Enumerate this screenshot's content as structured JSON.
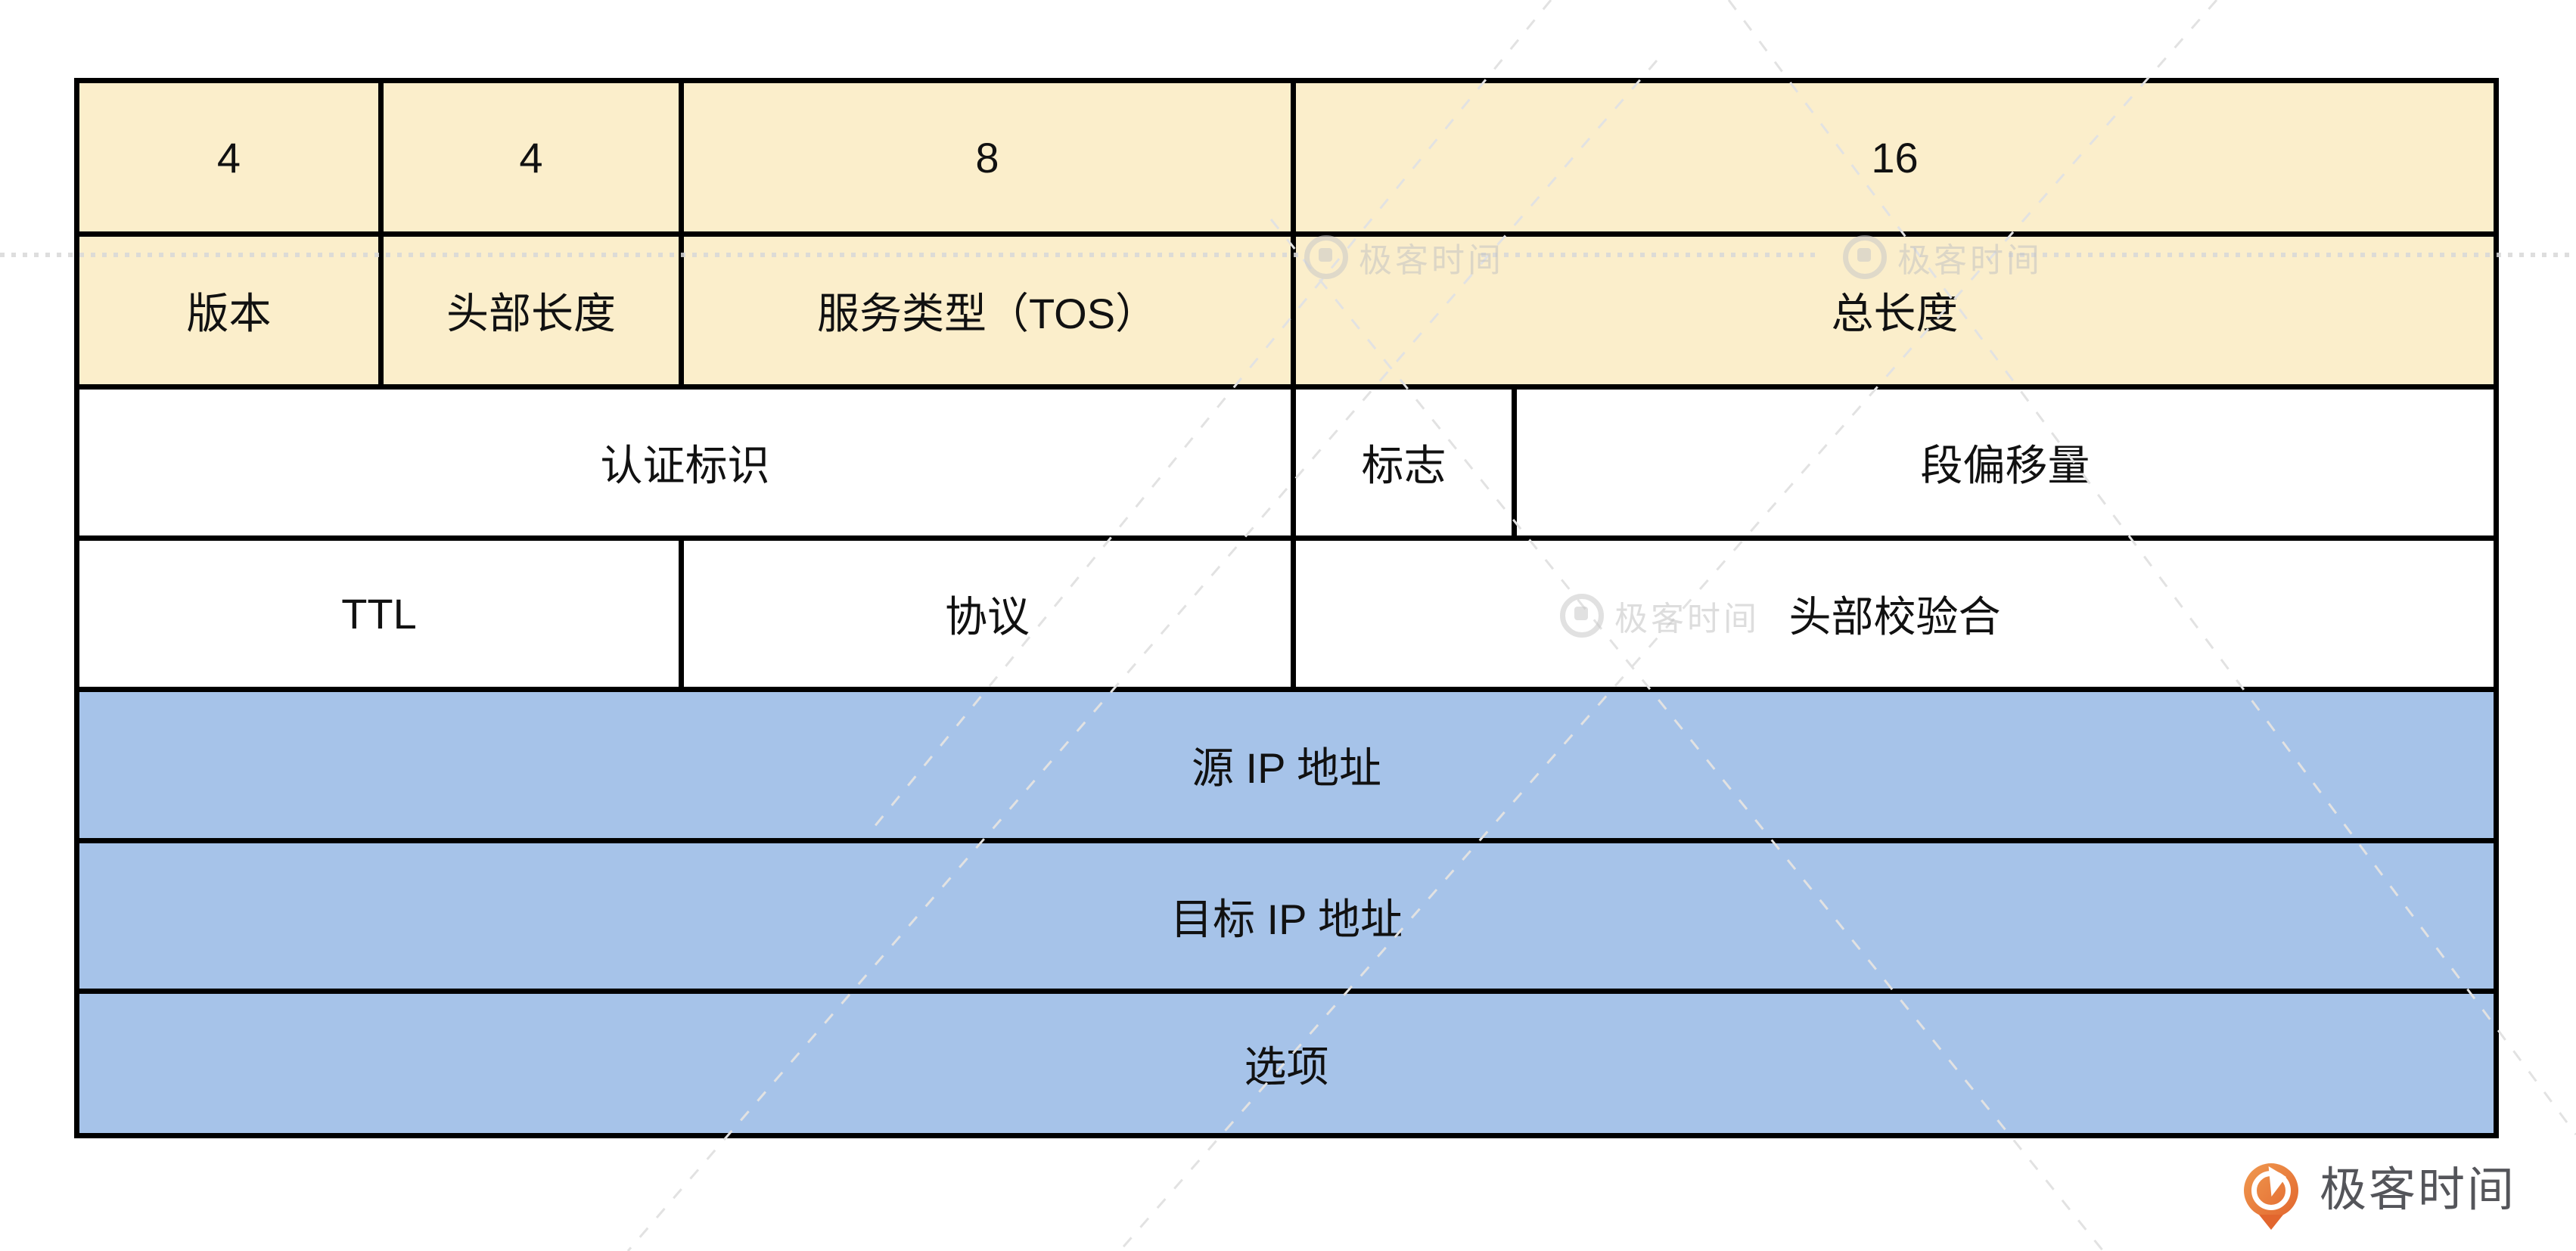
{
  "colors": {
    "bit_row_fill": "#FBEECB",
    "middle_row_fill": "#FFFFFF",
    "address_row_fill": "#A6C3E9",
    "grid_border": "#000000",
    "watermark_gray": "#C9C9C9",
    "dotted_line_gray": "#D8D8D8",
    "logo_orange": "#E2662E",
    "logo_text_gray": "#54555A"
  },
  "bit_widths": [
    "4",
    "4",
    "8",
    "16"
  ],
  "fields": {
    "version": "版本",
    "header_length": "头部长度",
    "tos": "服务类型（TOS）",
    "total_length": "总长度",
    "identification": "认证标识",
    "flags": "标志",
    "fragment_offset": "段偏移量",
    "ttl": "TTL",
    "protocol": "协议",
    "header_checksum": "头部校验合",
    "source_ip": "源 IP 地址",
    "dest_ip": "目标 IP 地址",
    "options": "选项"
  },
  "watermark": {
    "text": "极客时间"
  },
  "brand": {
    "logo_text": "极客时间"
  }
}
